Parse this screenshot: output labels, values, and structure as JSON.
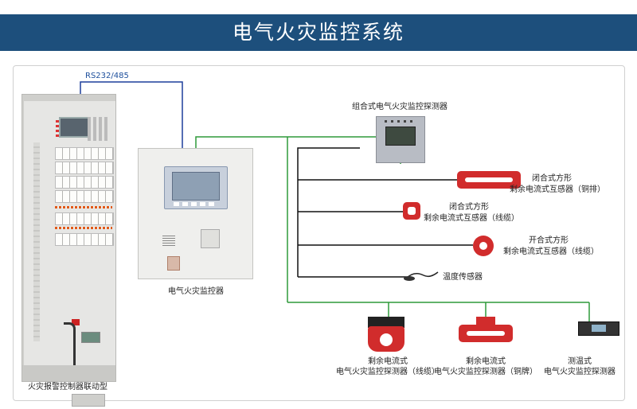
{
  "title": "电气火灾监控系统",
  "protocol_label": "RS232/485",
  "devices": {
    "cabinet": {
      "label": "火灾报警控制器联动型"
    },
    "monitor": {
      "label": "电气火灾监控器"
    },
    "combo_detector": {
      "label": "组合式电气火灾监控探测器"
    },
    "ct_closed_busbar": {
      "label_line1": "闭合式方形",
      "label_line2": "剩余电流式互感器（铜排）"
    },
    "ct_closed_square_cable": {
      "label_line1": "闭合式方形",
      "label_line2": "剩余电流式互感器（线缆）"
    },
    "ct_split_square_cable": {
      "label_line1": "开合式方形",
      "label_line2": "剩余电流式互感器（线缆）"
    },
    "temp_sensor": {
      "label": "温度传感器"
    },
    "rcd_detector_cable": {
      "label_line1": "剩余电流式",
      "label_line2": "电气火灾监控探测器（线缆）"
    },
    "rcd_detector_busbar": {
      "label_line1": "剩余电流式",
      "label_line2": "电气火灾监控探测器（铜牌）"
    },
    "temp_detector": {
      "label_line1": "测温式",
      "label_line2": "电气火灾监控探测器"
    }
  },
  "colors": {
    "banner": "#1d4f7c",
    "link_blue": "#1d3f9c",
    "bus_green": "#2e9a3a",
    "bus_black": "#111111",
    "sensor_red": "#d12c2c"
  }
}
